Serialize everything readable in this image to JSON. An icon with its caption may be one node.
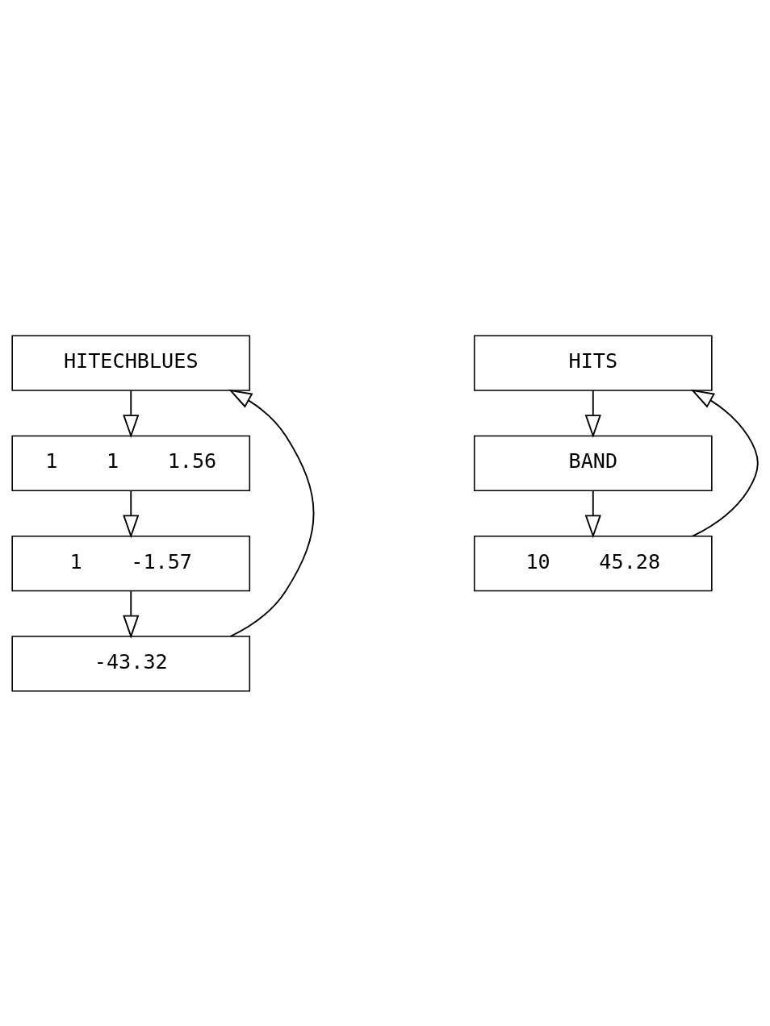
{
  "diagram": {
    "nodes": [
      {
        "text": [
          "HITECHBLUES"
        ]
      },
      {
        "text": [
          "1",
          "1",
          "1.56"
        ]
      },
      {
        "text": [
          "1",
          "-1.57"
        ]
      },
      {
        "text": [
          "-43.32"
        ]
      },
      {
        "text": [
          "HITS"
        ]
      },
      {
        "text": [
          "BAND"
        ]
      },
      {
        "text": [
          "10",
          "45.28"
        ]
      }
    ],
    "edges": [
      {
        "from": 0,
        "to": 1,
        "arrow": "to"
      },
      {
        "from": 1,
        "to": 2,
        "arrow": "to"
      },
      {
        "from": 2,
        "to": 3,
        "arrow": "to"
      },
      {
        "from": 3,
        "to": 0,
        "arrow": "to"
      },
      {
        "from": 4,
        "to": 5,
        "arrow": "to"
      },
      {
        "from": 5,
        "to": 6,
        "arrow": "to"
      },
      {
        "from": 6,
        "to": 4,
        "arrow": "to"
      }
    ]
  }
}
